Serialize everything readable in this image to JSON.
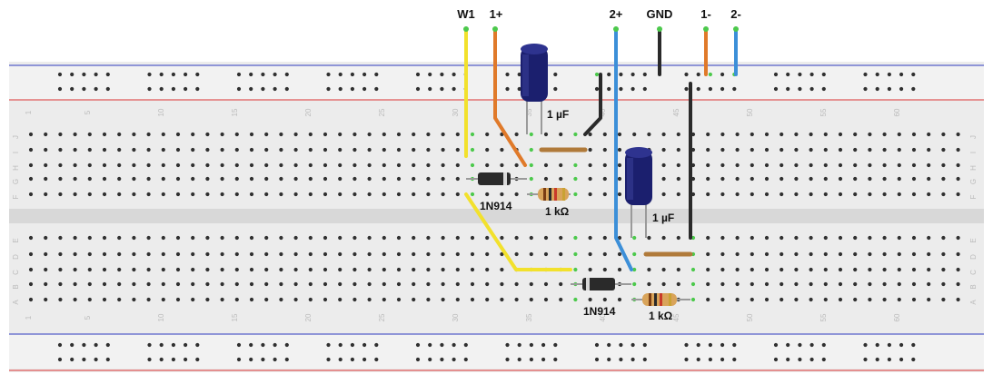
{
  "wire_labels": {
    "w1": "W1",
    "in1_pos": "1+",
    "in2_pos": "2+",
    "gnd": "GND",
    "in1_neg": "1-",
    "in2_neg": "2-"
  },
  "components": {
    "cap_top": "1 µF",
    "cap_bottom": "1 µF",
    "diode_top": "1N914",
    "diode_bottom": "1N914",
    "res_top": "1 kΩ",
    "res_bottom": "1 kΩ"
  },
  "column_numbers": [
    "1",
    "5",
    "10",
    "15",
    "20",
    "25",
    "30",
    "35",
    "40",
    "45",
    "50",
    "55",
    "60"
  ],
  "row_letters_top": [
    "J",
    "I",
    "H",
    "G",
    "F"
  ],
  "row_letters_bottom": [
    "E",
    "D",
    "C",
    "B",
    "A"
  ],
  "colors": {
    "board": "#ececec",
    "channel": "#d8d8d8",
    "hole": "#303030",
    "hole_active": "#4cc94c",
    "rail_blue": "#5560c8",
    "rail_red": "#e05a5a",
    "wire_yellow": "#f2e12c",
    "wire_orange": "#e07a2a",
    "wire_blue": "#3c8fd8",
    "wire_black": "#2a2a2a",
    "cap_body": "#1b1f6e",
    "resistor_body": "#d9a45a",
    "diode_body": "#2a2a2a"
  }
}
